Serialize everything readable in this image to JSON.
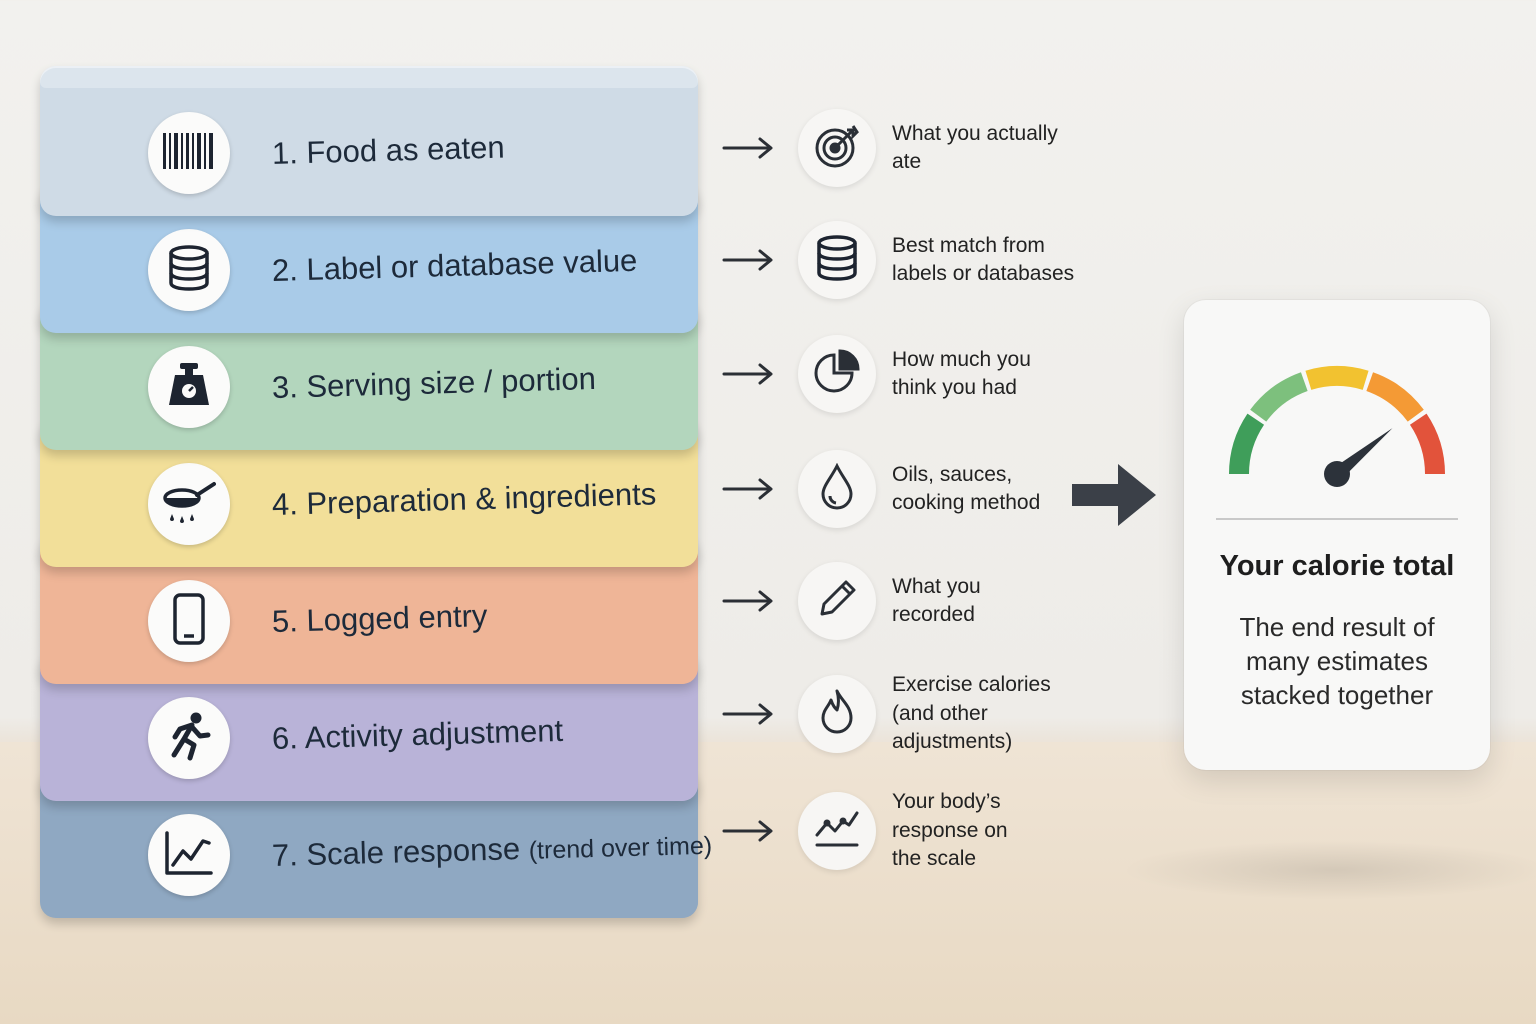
{
  "layers": [
    {
      "number": "1.",
      "label": "Food as eaten",
      "suffix": "",
      "icon": "barcode-icon",
      "color": "#cfdbe6",
      "description": "What you actually\nate",
      "desc_icon": "target-icon"
    },
    {
      "number": "2.",
      "label": "Label or database value",
      "suffix": "",
      "icon": "database-icon",
      "color": "#a9cbe8",
      "description": "Best match from\nlabels or databases",
      "desc_icon": "database-icon"
    },
    {
      "number": "3.",
      "label": "Serving size / portion",
      "suffix": "",
      "icon": "scale-icon",
      "color": "#b3d6bd",
      "description": "How much you\nthink you had",
      "desc_icon": "pie-chart-icon"
    },
    {
      "number": "4.",
      "label": "Preparation & ingredients",
      "suffix": "",
      "icon": "frying-pan-icon",
      "color": "#f2df99",
      "description": "Oils, sauces,\ncooking method",
      "desc_icon": "drop-icon"
    },
    {
      "number": "5.",
      "label": "Logged entry",
      "suffix": "",
      "icon": "phone-icon",
      "color": "#efb597",
      "description": "What you\nrecorded",
      "desc_icon": "pencil-icon"
    },
    {
      "number": "6.",
      "label": "Activity adjustment",
      "suffix": "",
      "icon": "running-person-icon",
      "color": "#b9b3d8",
      "description": "Exercise calories\n(and other\nadjustments)",
      "desc_icon": "flame-icon"
    },
    {
      "number": "7.",
      "label": "Scale response",
      "suffix": "(trend over time)",
      "icon": "line-chart-icon",
      "color": "#8fa8c2",
      "description": "Your body’s\nresponse on\nthe scale",
      "desc_icon": "trend-line-icon"
    }
  ],
  "result": {
    "title": "Your calorie total",
    "subtitle": "The end result of\nmany estimates\nstacked together",
    "gauge_colors": [
      "#3f9e5a",
      "#7dc07d",
      "#f2c230",
      "#f49a35",
      "#e2533b"
    ],
    "gauge_level": 0.78
  }
}
